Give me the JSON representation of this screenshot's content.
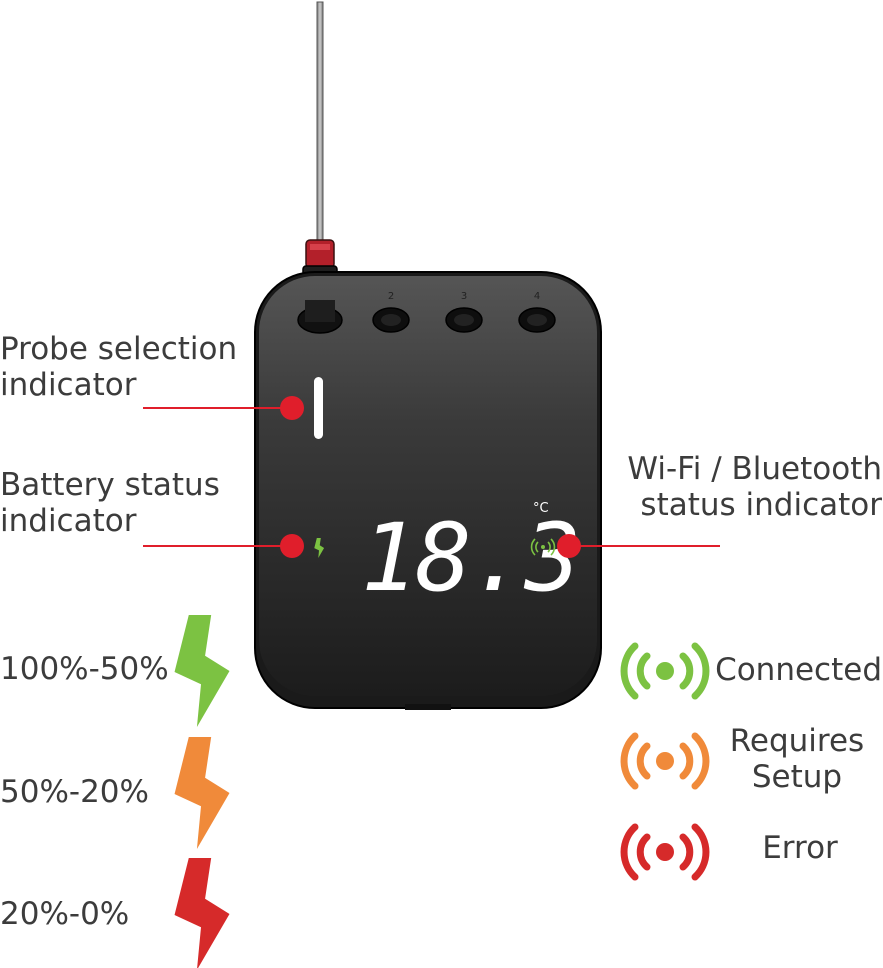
{
  "device": {
    "display_value": "18.3",
    "display_unit": "°C",
    "port_numbers": [
      "2",
      "3",
      "4"
    ]
  },
  "callouts": {
    "probe_selection": "Probe selection\nindicator",
    "battery_status": "Battery status\nindicator",
    "wifi_bluetooth": "Wi-Fi / Bluetooth\nstatus indicator"
  },
  "battery_legend": [
    {
      "label": "100%-50%",
      "color": "#7cc242",
      "icon": "lightning-bolt-icon"
    },
    {
      "label": "50%-20%",
      "color": "#f08a3a",
      "icon": "lightning-bolt-icon"
    },
    {
      "label": "20%-0%",
      "color": "#d62a2a",
      "icon": "lightning-bolt-icon"
    }
  ],
  "connection_legend": [
    {
      "label": "Connected",
      "color": "#7cc242",
      "icon": "signal-icon"
    },
    {
      "label": "Requires\nSetup",
      "color": "#f08a3a",
      "icon": "signal-icon"
    },
    {
      "label": "Error",
      "color": "#d62a2a",
      "icon": "signal-icon"
    }
  ],
  "colors": {
    "callout_red": "#e01e2b",
    "device_body": "#2b2b2b",
    "probe_cap": "#b3202a",
    "display_text": "#ffffff",
    "battery_indicator": "#7cc242"
  }
}
